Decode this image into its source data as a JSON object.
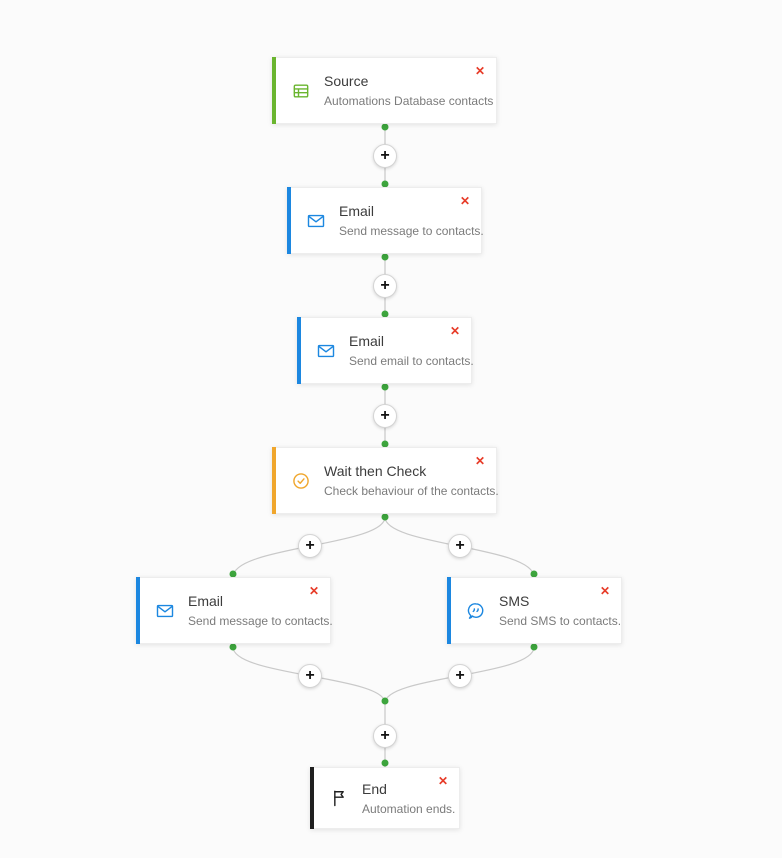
{
  "controls": {
    "add_label": "+",
    "delete_label": "✕"
  },
  "colors": {
    "background": "#fbfbfb",
    "connector_line": "#c9c9c9",
    "connection_dot": "#3da53d",
    "delete_button": "#e73b28",
    "accent_green": "#6ab52f",
    "accent_blue": "#1c87e0",
    "accent_orange": "#f0a62c",
    "accent_black": "#1f1f1f"
  },
  "nodes": [
    {
      "id": "source",
      "title": "Source",
      "subtitle": "Automations Database contacts",
      "accent": "#6ab52f",
      "icon": "table-icon"
    },
    {
      "id": "email-1",
      "title": "Email",
      "subtitle": "Send message to contacts.",
      "accent": "#1c87e0",
      "icon": "envelope-icon"
    },
    {
      "id": "email-2",
      "title": "Email",
      "subtitle": "Send email to contacts.",
      "accent": "#1c87e0",
      "icon": "envelope-icon"
    },
    {
      "id": "wait-then-check",
      "title": "Wait then Check",
      "subtitle": "Check behaviour of the contacts.",
      "accent": "#f0a62c",
      "icon": "check-circle-icon"
    },
    {
      "id": "email-3",
      "title": "Email",
      "subtitle": "Send message to contacts.",
      "accent": "#1c87e0",
      "icon": "envelope-icon"
    },
    {
      "id": "sms",
      "title": "SMS",
      "subtitle": "Send SMS to contacts.",
      "accent": "#1c87e0",
      "icon": "chat-bubble-icon"
    },
    {
      "id": "end",
      "title": "End",
      "subtitle": "Automation ends.",
      "accent": "#1f1f1f",
      "icon": "flag-icon"
    }
  ]
}
